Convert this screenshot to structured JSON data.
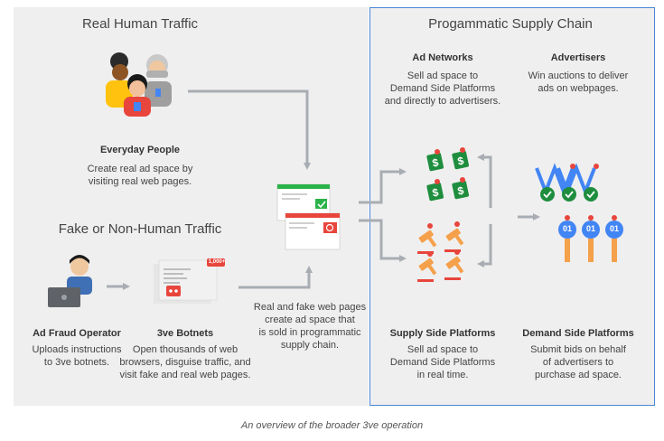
{
  "left_section": {
    "real_traffic_title": "Real Human Traffic",
    "fake_traffic_title": "Fake or Non-Human Traffic",
    "everyday_people": {
      "title": "Everyday People",
      "desc_lines": [
        "Create real ad space by",
        "visiting real web pages."
      ]
    },
    "fraud_operator": {
      "title": "Ad Fraud Operator",
      "desc_lines": [
        "Uploads instructions",
        "to 3ve botnets."
      ]
    },
    "botnets": {
      "title": "3ve Botnets",
      "desc_lines": [
        "Open thousands of web",
        "browsers, disguise traffic, and",
        "visit fake and real web pages."
      ],
      "badge": "1,000+"
    },
    "web_pages_desc_lines": [
      "Real and fake web pages",
      "create ad space that",
      "is sold in programmatic",
      "supply chain."
    ]
  },
  "right_section": {
    "title": "Progammatic Supply Chain",
    "ad_networks": {
      "title": "Ad Networks",
      "desc_lines": [
        "Sell ad space to",
        "Demand Side Platforms",
        "and directly to advertisers."
      ]
    },
    "advertisers": {
      "title": "Advertisers",
      "desc_lines": [
        "Win auctions to deliver",
        "ads on webpages."
      ]
    },
    "ssp": {
      "title": "Supply Side Platforms",
      "desc_lines": [
        "Sell ad space to",
        "Demand Side Platforms",
        "in real time."
      ]
    },
    "dsp": {
      "title": "Demand Side Platforms",
      "desc_lines": [
        "Submit bids on behalf",
        "of advertisers to",
        "purchase ad space."
      ]
    },
    "bid_badge": "01"
  },
  "caption": "An overview of the broader 3ve operation",
  "colors": {
    "panel_bg": "#efefef",
    "right_border": "#4a86d8",
    "arrow": "#a8adb3",
    "green": "#1e8e3e",
    "red": "#e8453c",
    "blue": "#4285f4",
    "orange": "#f5a04a"
  }
}
